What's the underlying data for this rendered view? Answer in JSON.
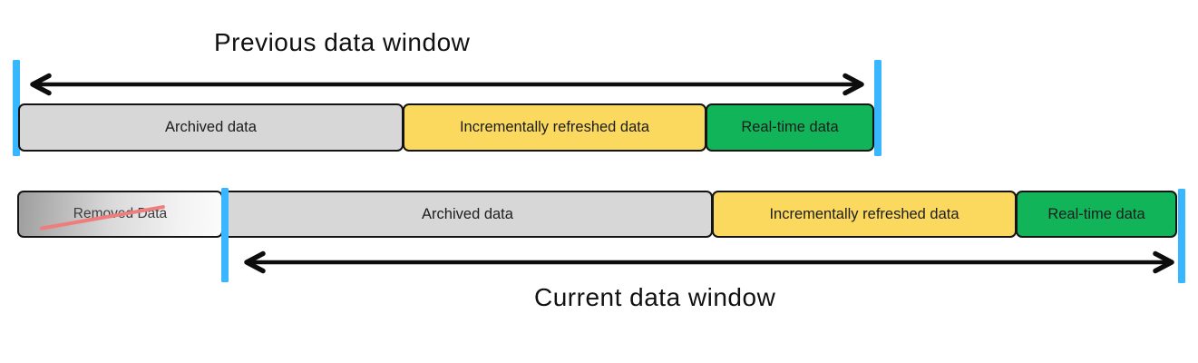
{
  "previous_window": {
    "title": "Previous data window",
    "segments": [
      {
        "id": "archived",
        "label": "Archived data",
        "color": "#d7d7d7"
      },
      {
        "id": "incremental",
        "label": "Incrementally refreshed data",
        "color": "#fbd95f"
      },
      {
        "id": "realtime",
        "label": "Real-time data",
        "color": "#12b45a"
      }
    ]
  },
  "current_window": {
    "title": "Current data window",
    "removed_segment": {
      "label": "Removed Data",
      "strike_color": "#ef7d7d"
    },
    "segments": [
      {
        "id": "archived",
        "label": "Archived data",
        "color": "#d7d7d7"
      },
      {
        "id": "incremental",
        "label": "Incrementally refreshed data",
        "color": "#fbd95f"
      },
      {
        "id": "realtime",
        "label": "Real-time data",
        "color": "#12b45a"
      }
    ]
  },
  "colors": {
    "window_marker": "#38b6ff",
    "arrow": "#0d0d0d",
    "segment_border": "#141414"
  }
}
